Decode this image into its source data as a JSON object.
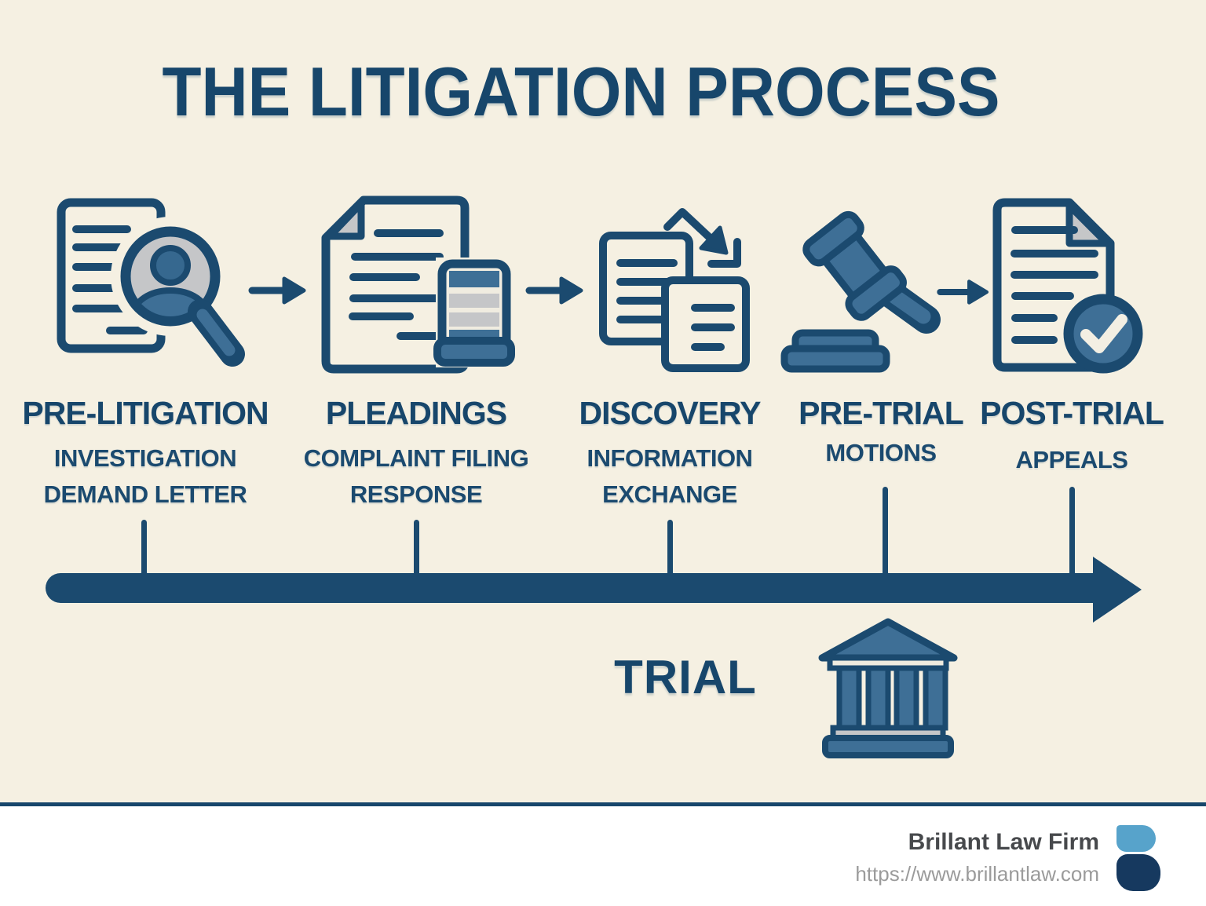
{
  "title": "THE LITIGATION PROCESS",
  "stages": [
    {
      "name": "PRE-LITIGATION",
      "subs": [
        "INVESTIGATION",
        "DEMAND LETTER"
      ],
      "icon": "document-magnifier-icon"
    },
    {
      "name": "PLEADINGS",
      "subs": [
        "COMPLAINT FILING",
        "RESPONSE"
      ],
      "icon": "document-stamp-icon"
    },
    {
      "name": "DISCOVERY",
      "subs": [
        "INFORMATION",
        "EXCHANGE"
      ],
      "icon": "documents-exchange-icon"
    },
    {
      "name": "PRE-TRIAL",
      "subs": [
        "MOTIONS"
      ],
      "icon": "gavel-icon"
    },
    {
      "name": "POST-TRIAL",
      "subs": [
        "APPEALS"
      ],
      "icon": "document-check-icon"
    }
  ],
  "flow_arrow_icon": "right-arrow-icon",
  "timeline": {
    "trial_label": "TRIAL",
    "trial_icon": "courthouse-icon"
  },
  "footer": {
    "company": "Brillant Law Firm",
    "url": "https://www.brillantlaw.com",
    "logo": "brillant-b-logo"
  },
  "colors": {
    "background": "#F5F0E2",
    "navy": "#1B4A6F",
    "text_navy": "#17466B",
    "mid_blue": "#3E6F96",
    "light_gray": "#C5C6C8",
    "footer_text": "#47494C",
    "footer_url": "#9B9B9B",
    "logo_light_blue": "#57A3CB",
    "logo_dark_blue": "#16395F"
  }
}
